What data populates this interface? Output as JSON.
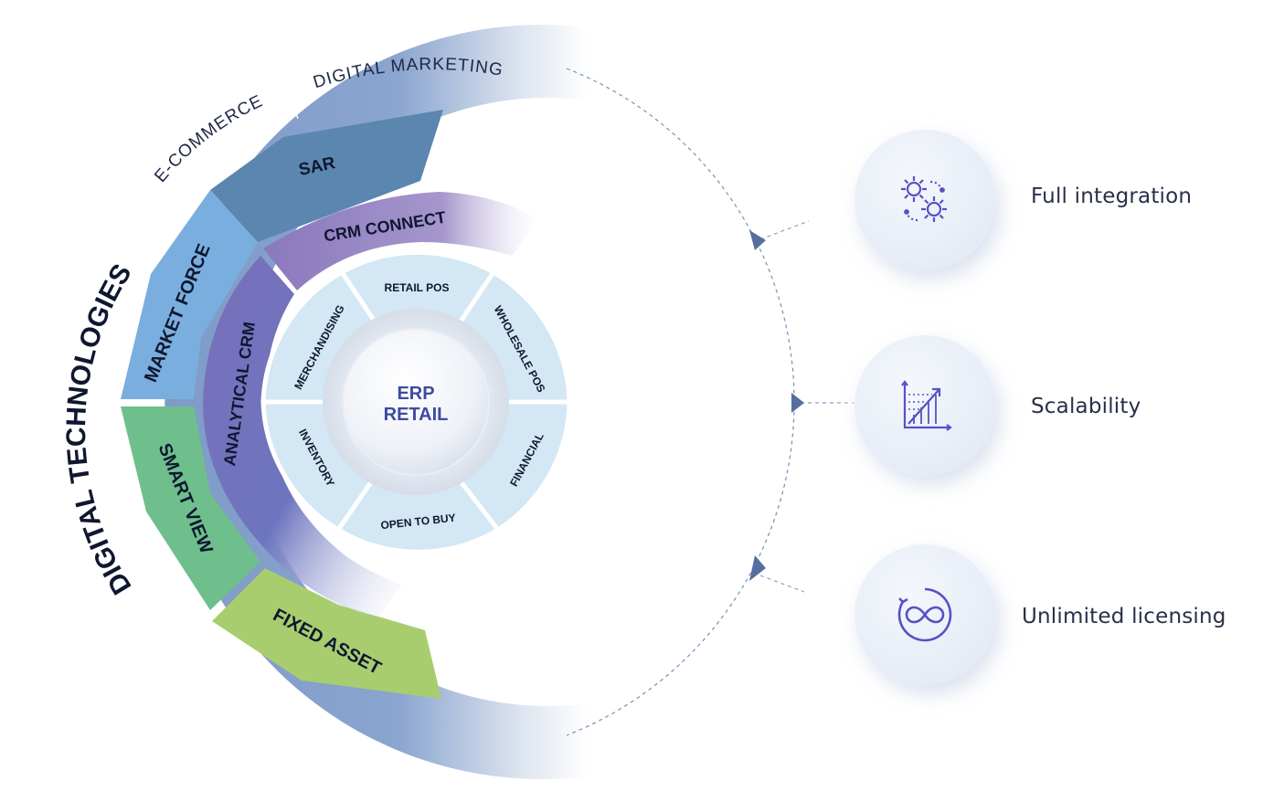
{
  "outer_ring": {
    "digital_technologies": "DIGITAL TECHNOLOGIES",
    "e_commerce": "E-COMMERCE",
    "digital_marketing": "DIGITAL MARKETING"
  },
  "modules": {
    "sar": "SAR",
    "market_force": "MARKET FORCE",
    "smart_view": "SMART VIEW",
    "fixed_asset": "FIXED ASSET",
    "crm_connect": "CRM CONNECT",
    "analytical_crm": "ANALYTICAL CRM"
  },
  "inner_segments": {
    "retail_pos": "RETAIL POS",
    "wholesale_pos": "WHOLESALE POS",
    "financial": "FINANCIAL",
    "open_to_buy": "OPEN TO BUY",
    "inventory": "INVENTORY",
    "merchandising": "MERCHANDISING"
  },
  "core": {
    "line1": "ERP",
    "line2": "RETAIL"
  },
  "features": [
    {
      "label": "Full integration",
      "icon": "gears-icon"
    },
    {
      "label": "Scalability",
      "icon": "growth-chart-icon"
    },
    {
      "label": "Unlimited licensing",
      "icon": "infinity-icon"
    }
  ],
  "colors": {
    "outer_ring": "#7f9bc7",
    "sar": "#5b86b0",
    "market_force": "#7aaede",
    "smart_view": "#6fbf8c",
    "fixed_asset": "#a8cd6e",
    "crm_connect": "#8f7fc0",
    "analytical_crm": "#6c72bd",
    "inner_segment": "#d3e7f5",
    "core_text": "#3e4aa0",
    "icon": "#5a4fc6"
  }
}
